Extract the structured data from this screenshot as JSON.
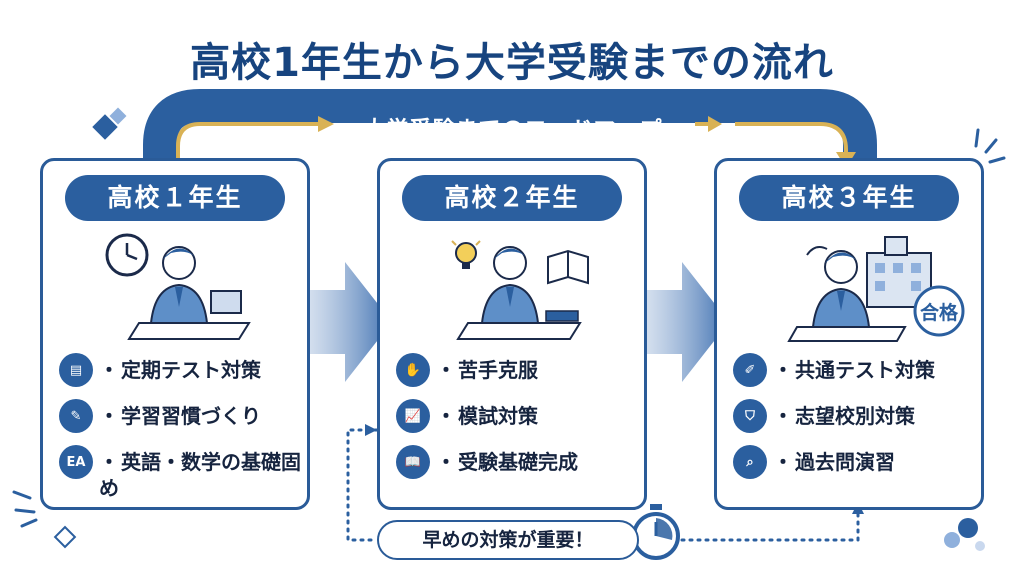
{
  "title": "高校1年生から大学受験までの流れ",
  "roadmap_label": "大学受験までのロードマップ",
  "stages": [
    {
      "label": "高校１年生",
      "items": [
        {
          "icon": "document-icon",
          "glyph": "▤",
          "text": "定期テスト対策"
        },
        {
          "icon": "notebook-icon",
          "glyph": "✎",
          "text": "学習習慣づくり"
        },
        {
          "icon": "language-icon",
          "glyph": "EA",
          "text": "英語・数学の基礎固め"
        }
      ]
    },
    {
      "label": "高校２年生",
      "items": [
        {
          "icon": "hand-icon",
          "glyph": "✋",
          "text": "苦手克服"
        },
        {
          "icon": "growth-chart-icon",
          "glyph": "📈",
          "text": "模試対策"
        },
        {
          "icon": "book-icon",
          "glyph": "📖",
          "text": "受験基礎完成"
        }
      ]
    },
    {
      "label": "高校３年生",
      "items": [
        {
          "icon": "pen-icon",
          "glyph": "✐",
          "text": "共通テスト対策"
        },
        {
          "icon": "shield-icon",
          "glyph": "⛉",
          "text": "志望校別対策"
        },
        {
          "icon": "magnifier-icon",
          "glyph": "⌕",
          "text": "過去問演習"
        }
      ]
    }
  ],
  "pass_stamp": "合格",
  "bottom_message": "早めの対策が重要！",
  "colors": {
    "primary": "#2b5f9f",
    "title": "#17447f",
    "gold": "#d9b255",
    "border": "#2a5b98"
  }
}
